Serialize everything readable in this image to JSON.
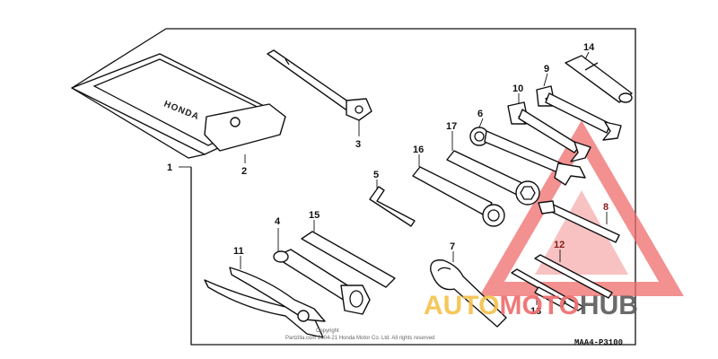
{
  "diagram": {
    "drawing_code": "MAA4-P3100",
    "copyright_line1": "Copyright",
    "copyright_line2": "Partzilla.com 2004-21 Honda Motor Co. Ltd. All rights reserved",
    "pouch_label": "HONDA",
    "callouts": [
      "1",
      "2",
      "3",
      "4",
      "5",
      "6",
      "7",
      "8",
      "9",
      "10",
      "11",
      "12",
      "13",
      "14",
      "15",
      "16",
      "17"
    ]
  },
  "watermark": {
    "part1": "AUTO",
    "part2": "MOTO",
    "part3": "HUB",
    "color_orange": "#f5c24a",
    "color_red": "#ef6b6b",
    "color_dark": "#5a5a5a"
  }
}
